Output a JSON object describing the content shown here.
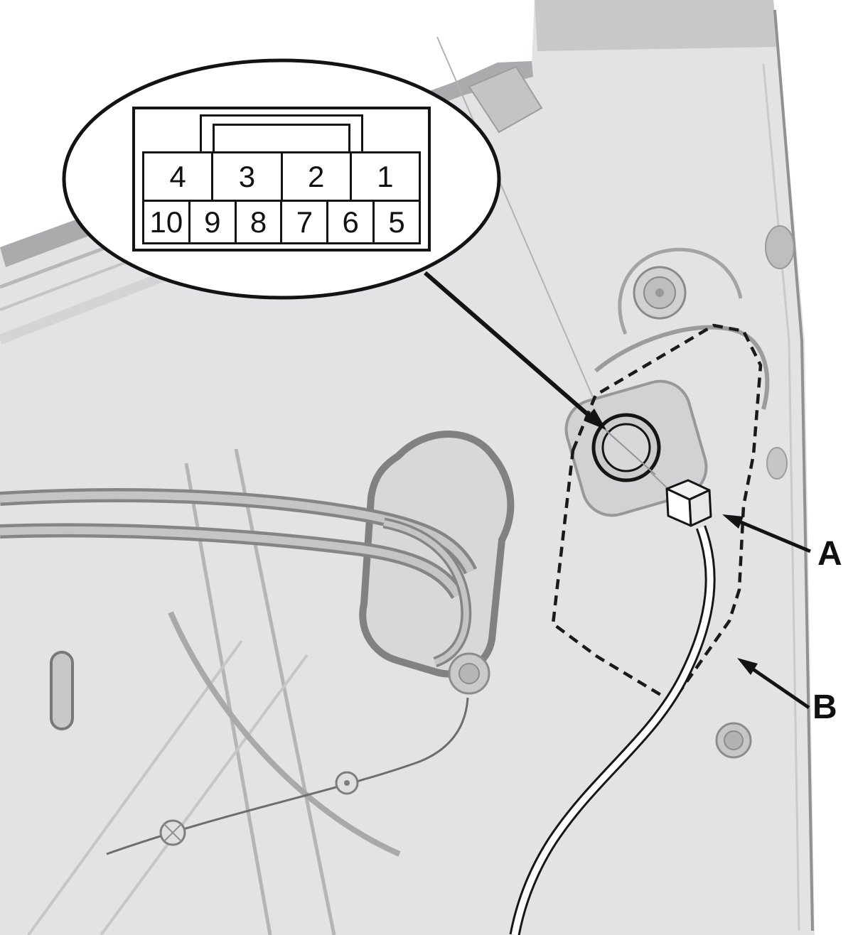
{
  "figure": {
    "type": "service-manual-illustration",
    "description": "Inner door panel with wire grommet, connector and harness routing; callout shows 10-pin connector cavity numbering"
  },
  "pinout": {
    "top_row": [
      "4",
      "3",
      "2",
      "1"
    ],
    "bottom_row": [
      "10",
      "9",
      "8",
      "7",
      "6",
      "5"
    ]
  },
  "callouts": {
    "a_label": "A",
    "b_label": "B"
  },
  "colors": {
    "outline": "#141414",
    "panel_light": "#e1e3e5",
    "panel_mid": "#c6c8ca",
    "panel_dark": "#a9abad",
    "background": "#ffffff"
  }
}
